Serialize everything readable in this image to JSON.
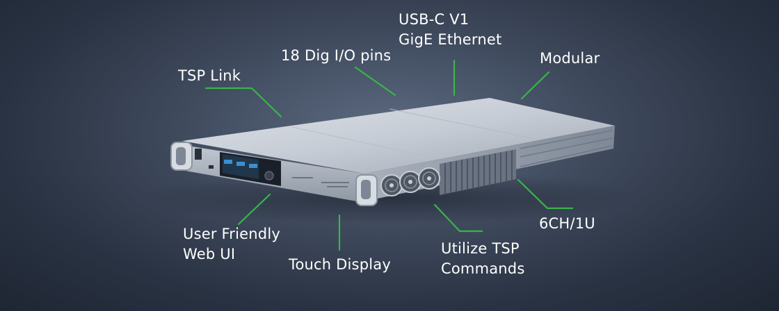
{
  "callouts": {
    "tsp_link": "TSP Link",
    "dig_io": "18 Dig I/O pins",
    "usb_line1": "USB-C V1",
    "usb_line2": "GigE Ethernet",
    "modular": "Modular",
    "web_ui_line1": "User Friendly",
    "web_ui_line2": "Web UI",
    "touch_display": "Touch Display",
    "tsp_cmd_line1": "Utilize TSP",
    "tsp_cmd_line2": "Commands",
    "channels": "6CH/1U"
  },
  "colors": {
    "background": "#3f4a5d",
    "leader_line": "#39b54a",
    "label_text": "#ffffff",
    "chassis_top": "#c9cfd8",
    "chassis_front": "#aab2bd"
  }
}
